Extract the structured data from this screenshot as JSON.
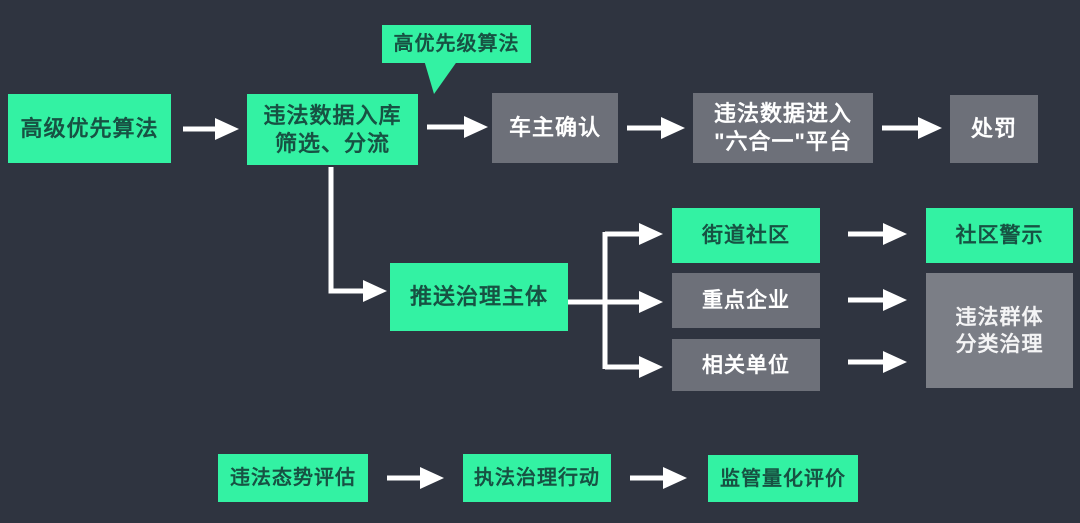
{
  "colors": {
    "background": "#2F3440",
    "node_green": "#33F2A3",
    "node_gray": "#6D7079",
    "node_gray_light": "#7B7E86",
    "text_on_green": "#175243",
    "text_on_gray": "#FFFFFF",
    "arrow": "#FFFFFF"
  },
  "callout": {
    "label": "高优先级算法"
  },
  "flow_main": {
    "advanced_algorithm": "高级优先算法",
    "data_intake_line1": "违法数据入库",
    "data_intake_line2": "筛选、分流",
    "owner_confirm": "车主确认",
    "platform_line1": "违法数据进入",
    "platform_line2": "\"六合一\"平台",
    "punishment": "处罚"
  },
  "flow_governance": {
    "push_subject": "推送治理主体",
    "street_community": "街道社区",
    "key_enterprise": "重点企业",
    "related_unit": "相关单位",
    "community_warning": "社区警示",
    "group_line1": "违法群体",
    "group_line2": "分类治理"
  },
  "flow_bottom": {
    "assessment": "违法态势评估",
    "action": "执法治理行动",
    "evaluation": "监管量化评价"
  }
}
